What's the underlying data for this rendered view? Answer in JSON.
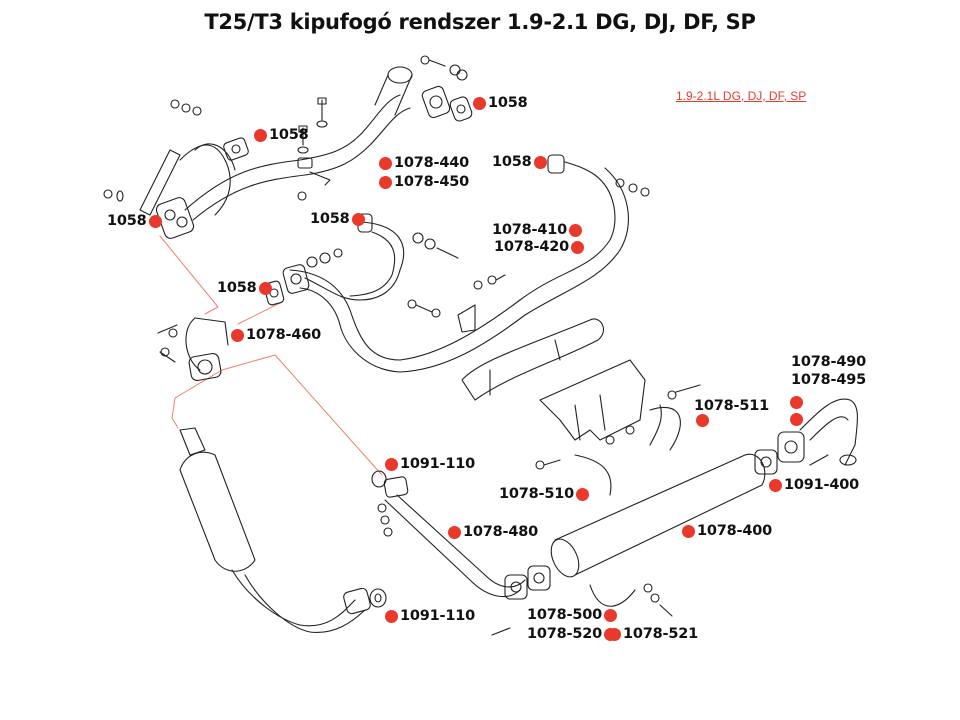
{
  "title": "T25/T3 kipufogó rendszer 1.9-2.1 DG, DJ, DF, SP",
  "legend_link": "1.9-2.1L DG, DJ, DF, SP",
  "colors": {
    "callout_dot": "#e8392b",
    "connector_line": "#f08070",
    "line_art": "#222222"
  },
  "callouts": {
    "c1": "1058",
    "c2": "1058",
    "c3": "1078-440",
    "c4": "1078-450",
    "c5": "1058",
    "c6": "1058",
    "c7": "1058",
    "c8": "1078-410",
    "c9": "1078-420",
    "c10": "1058",
    "c11": "1078-460",
    "c12": "1078-490",
    "c13": "1078-495",
    "c14": "1078-511",
    "c15": "1091-110",
    "c16": "1078-510",
    "c17": "1091-400",
    "c18": "1078-480",
    "c19": "1078-400",
    "c20": "1091-110",
    "c21": "1078-500",
    "c22": "1078-520",
    "c23": "1078-521"
  }
}
